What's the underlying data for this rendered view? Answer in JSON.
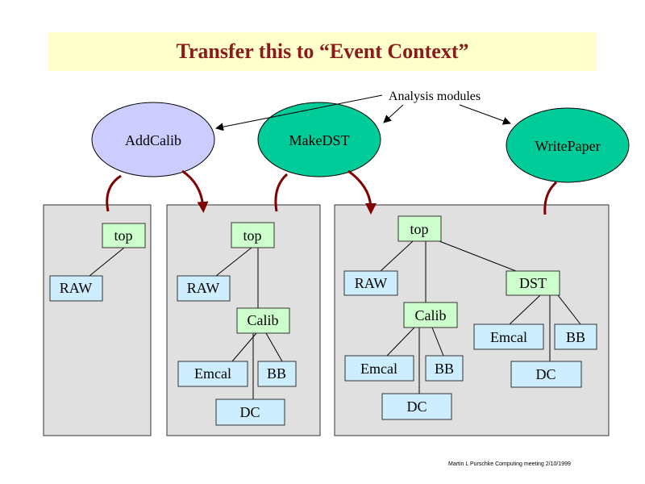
{
  "title": "Transfer this to “Event Context”",
  "colors": {
    "title_band": "#ffffcc",
    "title_text": "#8b1a1a",
    "panel_fill": "#e0e0e0",
    "addcalib_fill": "#ccccff",
    "module_fill": "#00cc99",
    "top_node_fill": "#ccffcc",
    "leaf_node_fill": "#cceeff",
    "arrow_color": "#800000"
  },
  "annotation": "Analysis modules",
  "modules": {
    "addcalib": "AddCalib",
    "makedst": "MakeDST",
    "writepaper": "WritePaper"
  },
  "panel1": {
    "top": "top",
    "raw": "RAW"
  },
  "panel2": {
    "top": "top",
    "raw": "RAW",
    "calib": "Calib",
    "emcal": "Emcal",
    "bb": "BB",
    "dc": "DC"
  },
  "panel3": {
    "top": "top",
    "raw": "RAW",
    "calib": "Calib",
    "emcal": "Emcal",
    "bb": "BB",
    "dc": "DC",
    "dst": "DST",
    "dst_emcal": "Emcal",
    "dst_bb": "BB",
    "dst_dc": "DC"
  },
  "footer": "Martin L Purschke Computing meeting 2/10/1999"
}
